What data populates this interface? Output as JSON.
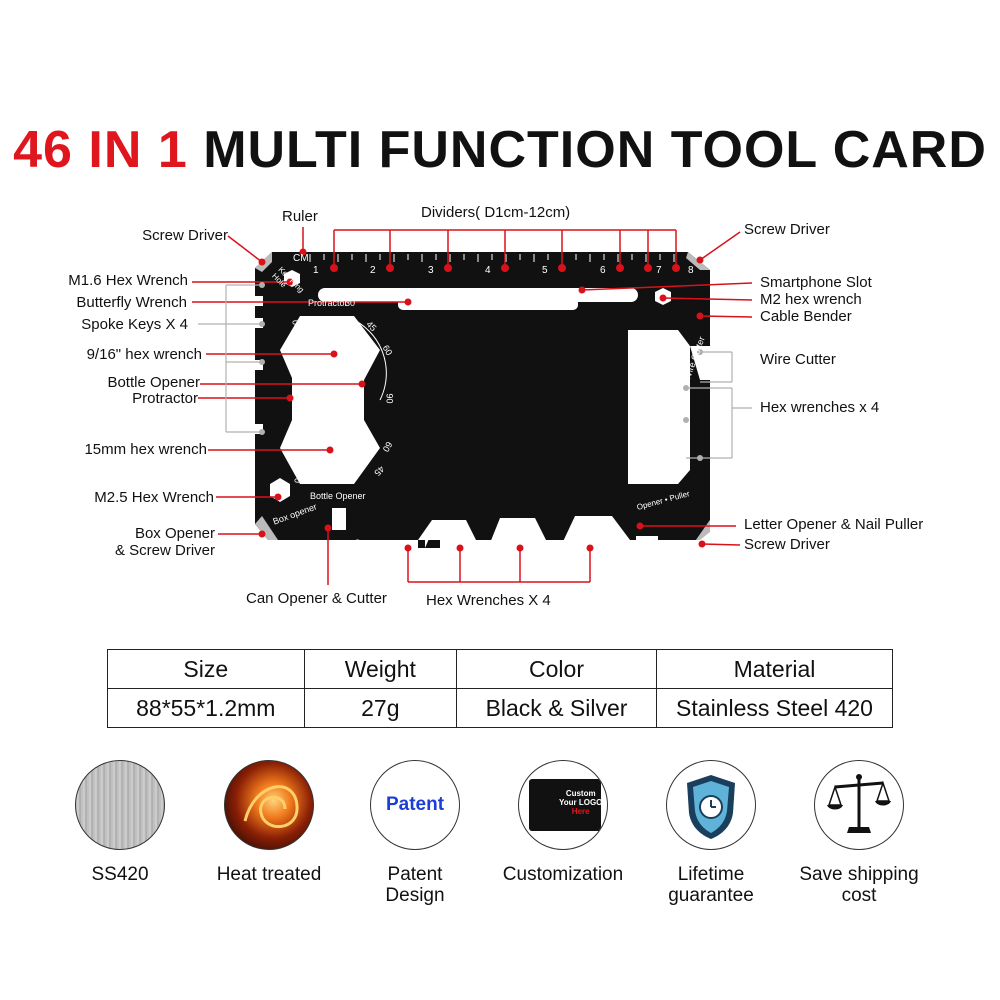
{
  "title": {
    "part1": "46 IN 1",
    "part2": "MULTI FUNCTION TOOL CARD"
  },
  "card": {
    "ruler_unit": "CM",
    "ruler_numbers": [
      "1",
      "2",
      "3",
      "4",
      "5",
      "6",
      "7",
      "8"
    ],
    "keyring": "Key Ring Hole",
    "protractor_word": "Protractor",
    "protractor_marks": [
      "0",
      "30",
      "45",
      "60",
      "90",
      "60",
      "45",
      "0"
    ],
    "bottle_opener": "Bottle Opener",
    "box_opener": "Box opener",
    "cutter": "Cutter",
    "wire_cutter": "Wire Cutter",
    "opener_puller": "Opener • Puller"
  },
  "labels": {
    "left": [
      "Screw Driver",
      "M1.6 Hex Wrench",
      "Butterfly Wrench",
      "Spoke Keys X 4",
      "9/16\" hex wrench",
      "Bottle Opener",
      "Protractor",
      "15mm hex wrench",
      "M2.5 Hex Wrench",
      "Box Opener",
      "& Screw Driver"
    ],
    "top": [
      "Ruler",
      "Dividers( D1cm-12cm)"
    ],
    "right": [
      "Screw Driver",
      "Smartphone Slot",
      "M2 hex wrench",
      "Cable Bender",
      "Wire Cutter",
      "Hex wrenches x 4",
      "Letter Opener & Nail Puller",
      "Screw Driver"
    ],
    "bottom": [
      "Can Opener & Cutter",
      "Hex Wrenches X 4"
    ]
  },
  "colors": {
    "accent_red": "#e0161e",
    "card_black": "#111111",
    "leader_red": "#d8121a"
  },
  "specs": {
    "headers": [
      "Size",
      "Weight",
      "Color",
      "Material"
    ],
    "values": [
      "88*55*1.2mm",
      "27g",
      "Black & Silver",
      "Stainless Steel 420"
    ]
  },
  "features": [
    {
      "icon": "brushed-steel-icon",
      "lines": [
        "SS420"
      ]
    },
    {
      "icon": "heat-treat-icon",
      "lines": [
        "Heat treated"
      ]
    },
    {
      "icon": "patent-icon",
      "text": "Patent",
      "lines": [
        "Patent",
        "Design"
      ]
    },
    {
      "icon": "custom-card-icon",
      "text": [
        "Custom",
        "Your LOGO",
        "Here"
      ],
      "lines": [
        "Customization"
      ]
    },
    {
      "icon": "shield-clock-icon",
      "lines": [
        "Lifetime",
        "guarantee"
      ]
    },
    {
      "icon": "balance-scale-icon",
      "lines": [
        "Save shipping",
        "cost"
      ]
    }
  ]
}
